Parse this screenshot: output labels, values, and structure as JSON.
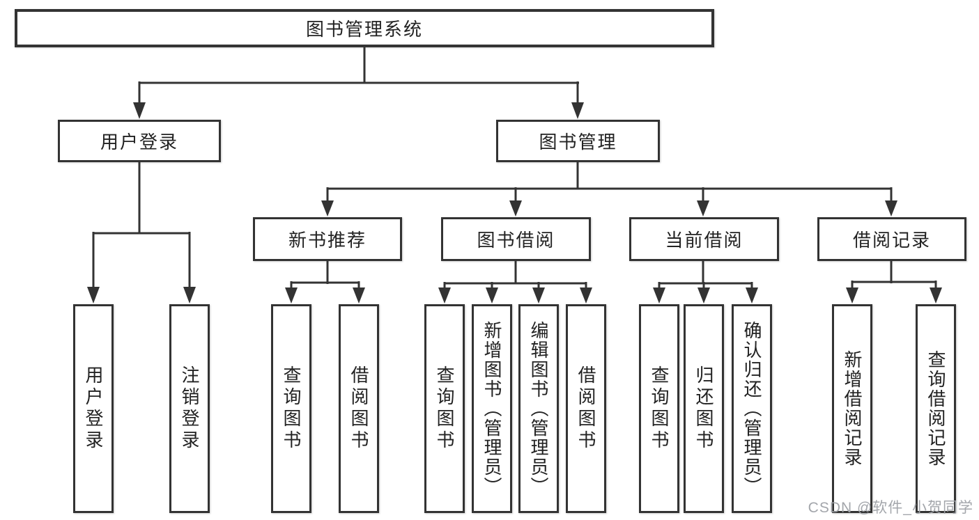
{
  "tree": {
    "label": "图书管理系统",
    "children": [
      {
        "label": "用户登录",
        "children": [
          {
            "label": "用户登录"
          },
          {
            "label": "注销登录"
          }
        ]
      },
      {
        "label": "图书管理",
        "children": [
          {
            "label": "新书推荐",
            "children": [
              {
                "label": "查询图书"
              },
              {
                "label": "借阅图书"
              }
            ]
          },
          {
            "label": "图书借阅",
            "children": [
              {
                "label": "查询图书"
              },
              {
                "label": "新增图书（管理员）"
              },
              {
                "label": "编辑图书（管理员）"
              },
              {
                "label": "借阅图书"
              }
            ]
          },
          {
            "label": "当前借阅",
            "children": [
              {
                "label": "查询图书"
              },
              {
                "label": "归还图书"
              },
              {
                "label": "确认归还（管理员）"
              }
            ]
          },
          {
            "label": "借阅记录",
            "children": [
              {
                "label": "新增借阅记录"
              },
              {
                "label": "查询借阅记录"
              }
            ]
          }
        ]
      }
    ]
  },
  "watermark": {
    "text": "CSDN @软件_小贺同学"
  },
  "colors": {
    "line": "#333333",
    "text": "#222222",
    "watermark": "#9ea1a6",
    "background": "#ffffff"
  }
}
